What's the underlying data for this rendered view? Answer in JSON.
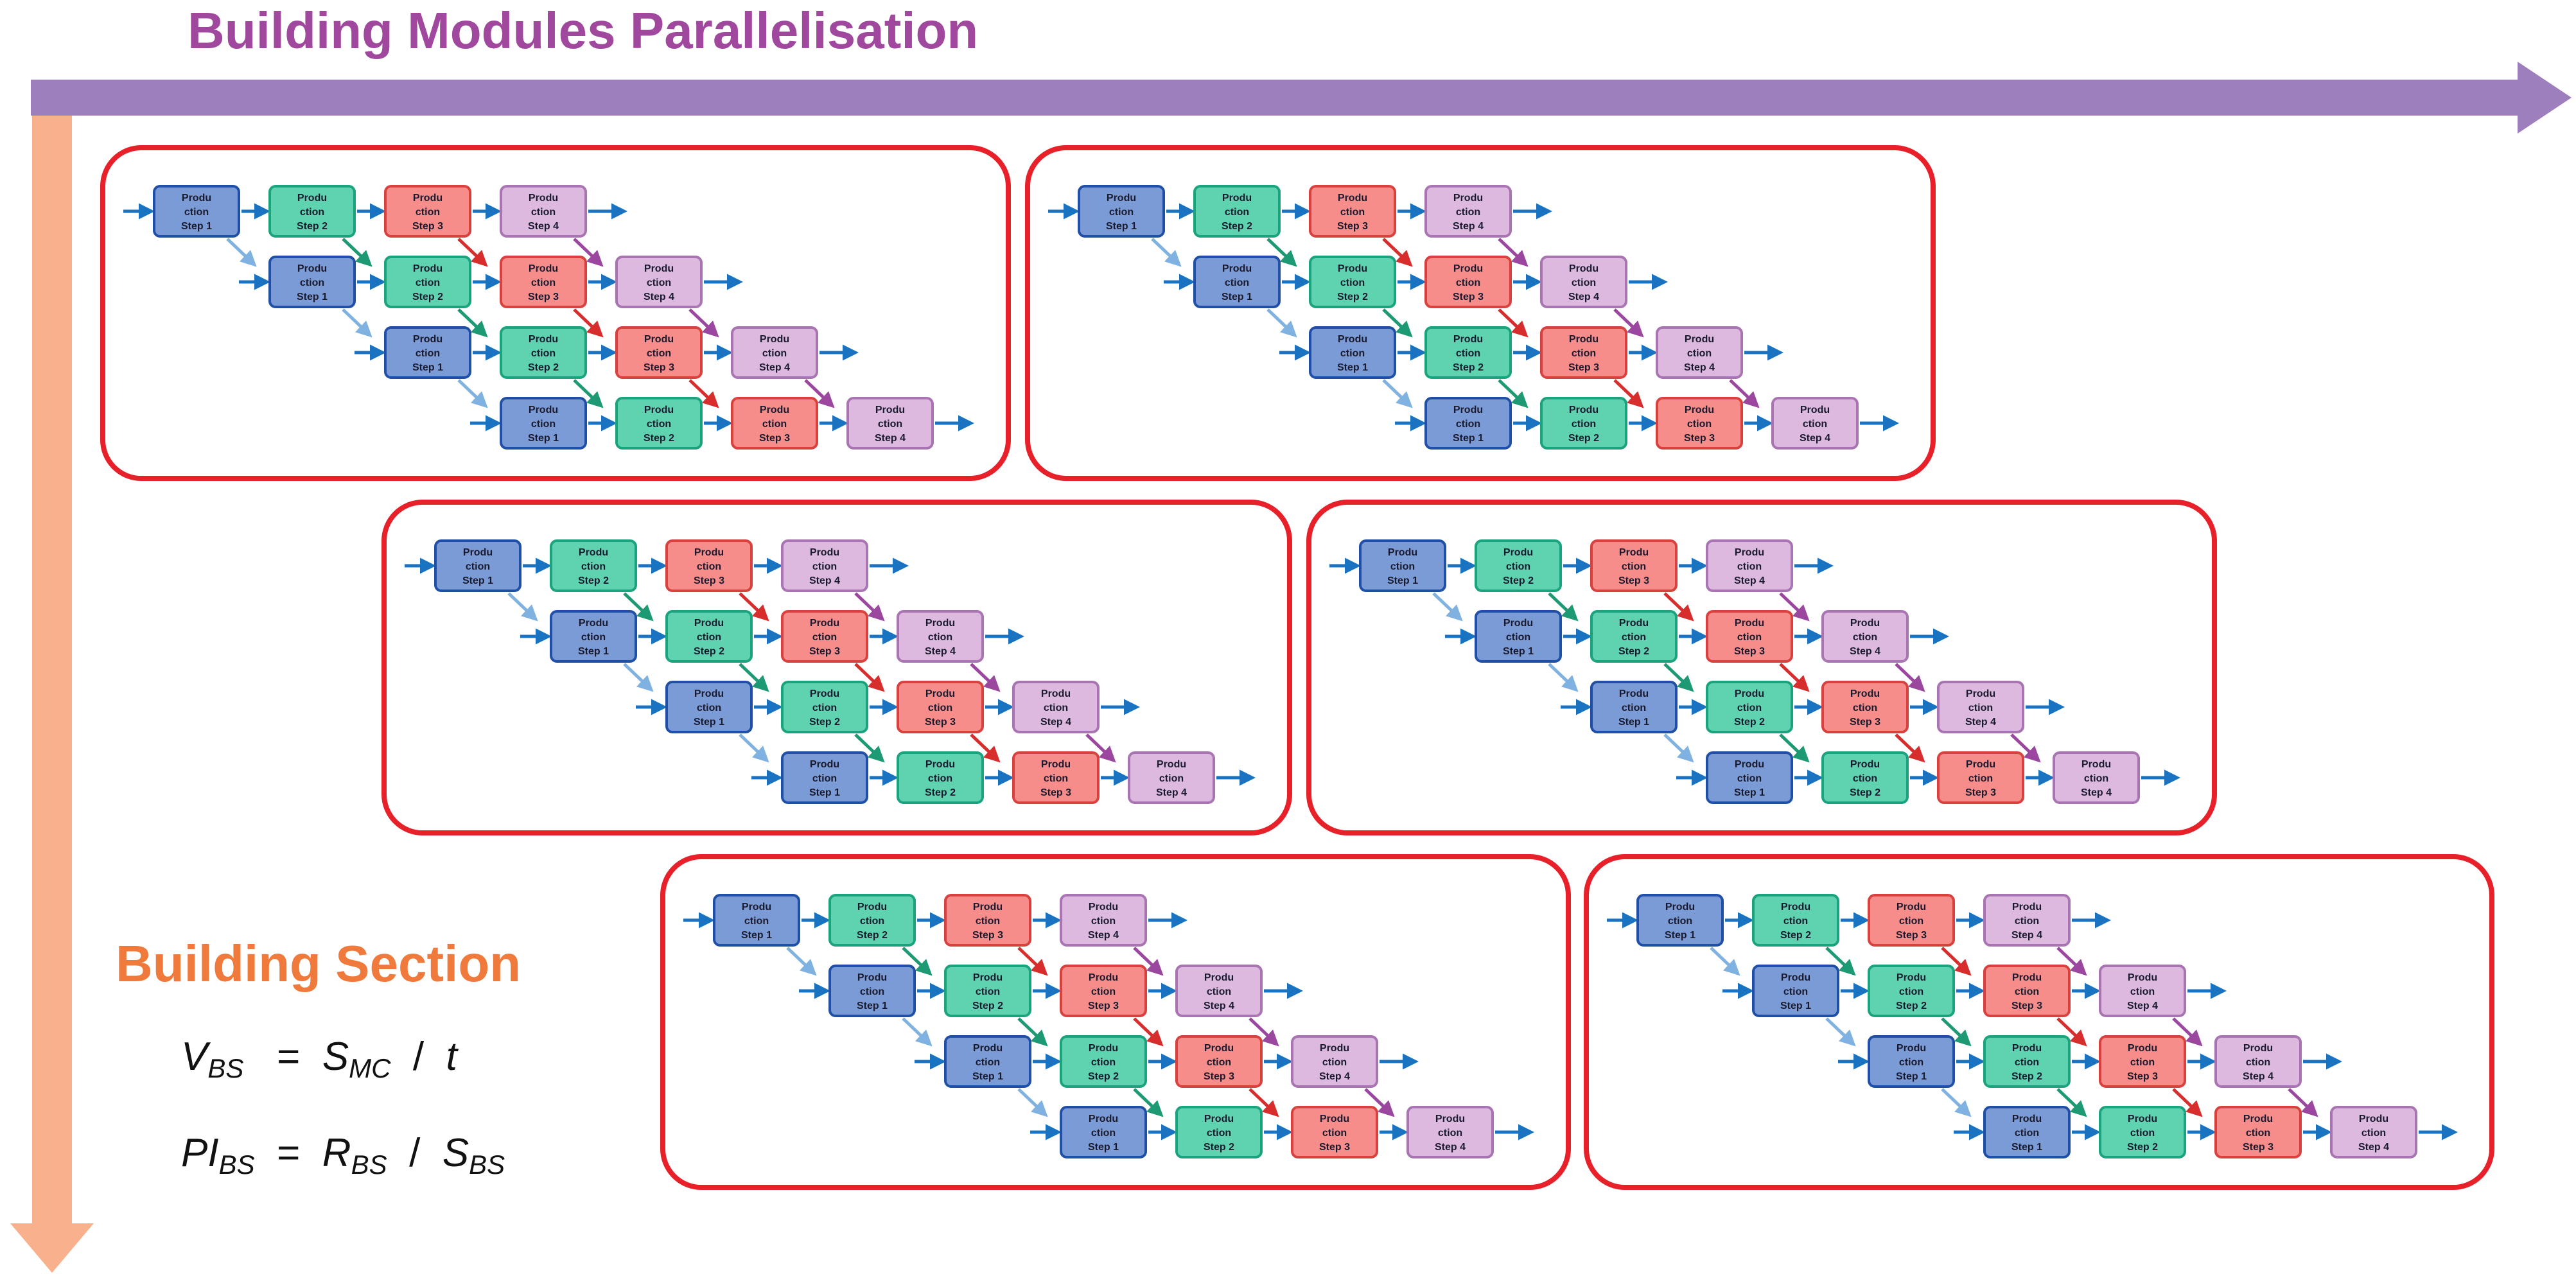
{
  "title": "Building Modules Parallelisation",
  "side_label": "Building Section",
  "formulas": {
    "f1": {
      "v": "V",
      "v_sub": "BS",
      "eq": "=",
      "s": "S",
      "s_sub": "MC",
      "div": "/",
      "t": "t"
    },
    "f2": {
      "pi": "PI",
      "pi_sub": "BS",
      "eq": "=",
      "r": "R",
      "r_sub": "BS",
      "div": "/",
      "s": "S",
      "s_sub": "BS"
    }
  },
  "step": {
    "lines": [
      "Produ",
      "ction"
    ],
    "labels": [
      "Step 1",
      "Step 2",
      "Step 3",
      "Step 4"
    ]
  },
  "panel_count": 6,
  "rows_per_panel": 4,
  "colors": {
    "title": "#a0479e",
    "horizontal_arrow": "#9e7fbd",
    "vertical_arrow": "#f9b08c",
    "side_label": "#f07a3c",
    "panel_border": "#e8202a",
    "arrow_blue": "#1a73c0",
    "step_fill": [
      "#7a9bd6",
      "#5fd3b0",
      "#f78d8a",
      "#ddb9e0"
    ],
    "step_stroke": [
      "#1f4fa6",
      "#1aa37d",
      "#d9413f",
      "#a974b2"
    ],
    "diag_arrows": [
      "#7fb2e0",
      "#1d9a73",
      "#d72d2d",
      "#9b47a0"
    ]
  }
}
